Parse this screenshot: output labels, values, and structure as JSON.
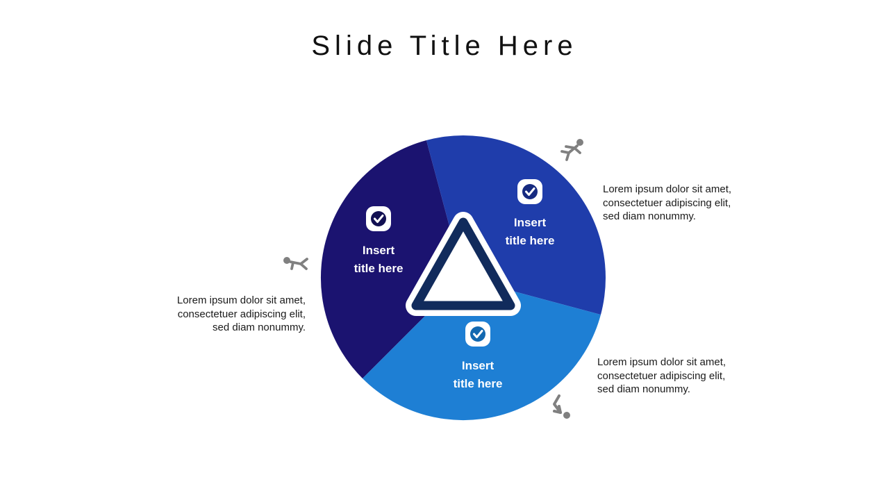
{
  "slide": {
    "title": "Slide Title Here"
  },
  "diagram": {
    "segments": [
      {
        "name": "left",
        "color": "#1b1370",
        "badge_color": "#121052",
        "title_line1": "Insert",
        "title_line2": "title here"
      },
      {
        "name": "top_right",
        "color": "#1f3dab",
        "badge_color": "#162a80",
        "title_line1": "Insert",
        "title_line2": "title here"
      },
      {
        "name": "bottom",
        "color": "#1e7fd4",
        "badge_color": "#1268b0",
        "title_line1": "Insert",
        "title_line2": "title here"
      }
    ],
    "triangle_border_color": "#112b5c",
    "person_icon_color": "#808080"
  },
  "notes": {
    "right_top": {
      "lines": [
        "Lorem ipsum dolor sit amet,",
        "consectetuer adipiscing elit,",
        "sed diam nonummy."
      ]
    },
    "left": {
      "lines": [
        "Lorem ipsum dolor sit amet,",
        "consectetuer adipiscing elit,",
        "sed diam nonummy."
      ]
    },
    "right_bottom": {
      "lines": [
        "Lorem ipsum dolor sit amet,",
        "consectetuer adipiscing elit,",
        "sed diam nonummy."
      ]
    }
  }
}
